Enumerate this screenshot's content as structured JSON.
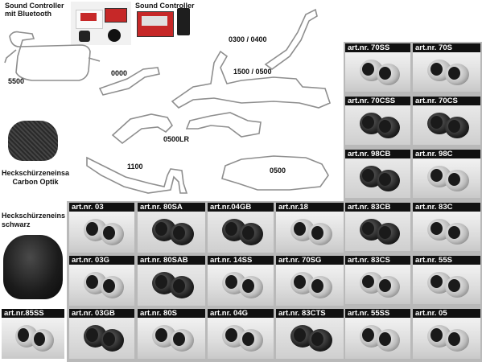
{
  "labels": {
    "sound_controller_bt": "Sound Controller mit Bluetooth",
    "sound_controller": "Sound Controller",
    "p5500": "5500",
    "p0000": "0000",
    "p0300": "0300 / 0400",
    "p1500": "1500 / 0500",
    "p0500lr": "0500LR",
    "p1100": "1100",
    "p0500": "0500",
    "carbon": "Heckschürzeneinsa Carbon Optik",
    "schwarz": "Heckschürzeneins schwarz"
  },
  "tiles": [
    {
      "label": "art.nr. 70SS",
      "style": "silver"
    },
    {
      "label": "art.nr. 70S",
      "style": "silver"
    },
    {
      "label": "art.nr. 70CSS",
      "style": "black"
    },
    {
      "label": "art.nr. 70CS",
      "style": "black"
    },
    {
      "label": "art.nr. 98CB",
      "style": "black"
    },
    {
      "label": "art.nr. 98C",
      "style": "silver"
    },
    {
      "label": "art.nr. 83CB",
      "style": "black"
    },
    {
      "label": "art.nr. 83C",
      "style": "silver"
    },
    {
      "label": "art.nr. 83CS",
      "style": "silver"
    },
    {
      "label": "art.nr. 55S",
      "style": "silver"
    },
    {
      "label": "art.nr. 55SS",
      "style": "silver"
    },
    {
      "label": "art.nr. 05",
      "style": "silver"
    },
    {
      "label": "art.nr. 03",
      "style": "silver"
    },
    {
      "label": "art.nr. 80SA",
      "style": "black"
    },
    {
      "label": "art.nr.04GB",
      "style": "black"
    },
    {
      "label": "art.nr.18",
      "style": "silver"
    },
    {
      "label": "art.nr. 03G",
      "style": "silver"
    },
    {
      "label": "art.nr. 80SAB",
      "style": "black"
    },
    {
      "label": "art.nr. 14SS",
      "style": "silver"
    },
    {
      "label": "art.nr. 70SG",
      "style": "silver"
    },
    {
      "label": "art.nr. 03GB",
      "style": "black"
    },
    {
      "label": "art.nr. 80S",
      "style": "silver"
    },
    {
      "label": "art.nr. 04G",
      "style": "silver"
    },
    {
      "label": "art.nr. 83CTS",
      "style": "black"
    },
    {
      "label": "art.nr.85SS",
      "style": "silver"
    }
  ]
}
